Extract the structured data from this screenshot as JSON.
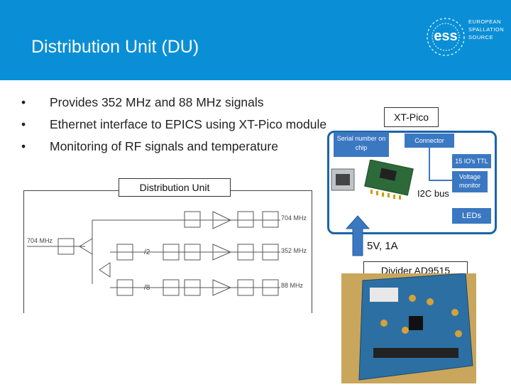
{
  "slide": {
    "title": "Distribution Unit (DU)",
    "logo_lines": [
      "EUROPEAN",
      "SPALLATION",
      "SOURCE"
    ],
    "logo_mark": "ess"
  },
  "bullets": [
    "Provides 352 MHz and 88 MHz signals",
    "Ethernet interface to EPICS using XT-Pico module",
    "Monitoring of RF signals and temperature"
  ],
  "diagram": {
    "du_label": "Distribution Unit",
    "input_label": "704 MHz",
    "outputs": [
      "704 MHz",
      "352 MHz",
      "88 MHz"
    ],
    "dividers": [
      "/2",
      "/8"
    ]
  },
  "xtpico": {
    "title": "XT-Pico",
    "serial": "Serial number on chip",
    "connector": "Connector",
    "io": "15 IO's TTL",
    "voltage": "Voltage monitor",
    "i2c": "I2C bus",
    "leds": "LEDs",
    "power": "5V, 1A",
    "divider": "Divider AD9515"
  },
  "colors": {
    "header": "#0a8fd6",
    "frame": "#1a64a8",
    "box_fill": "#3b78c2",
    "arrow": "#3b78c2"
  }
}
